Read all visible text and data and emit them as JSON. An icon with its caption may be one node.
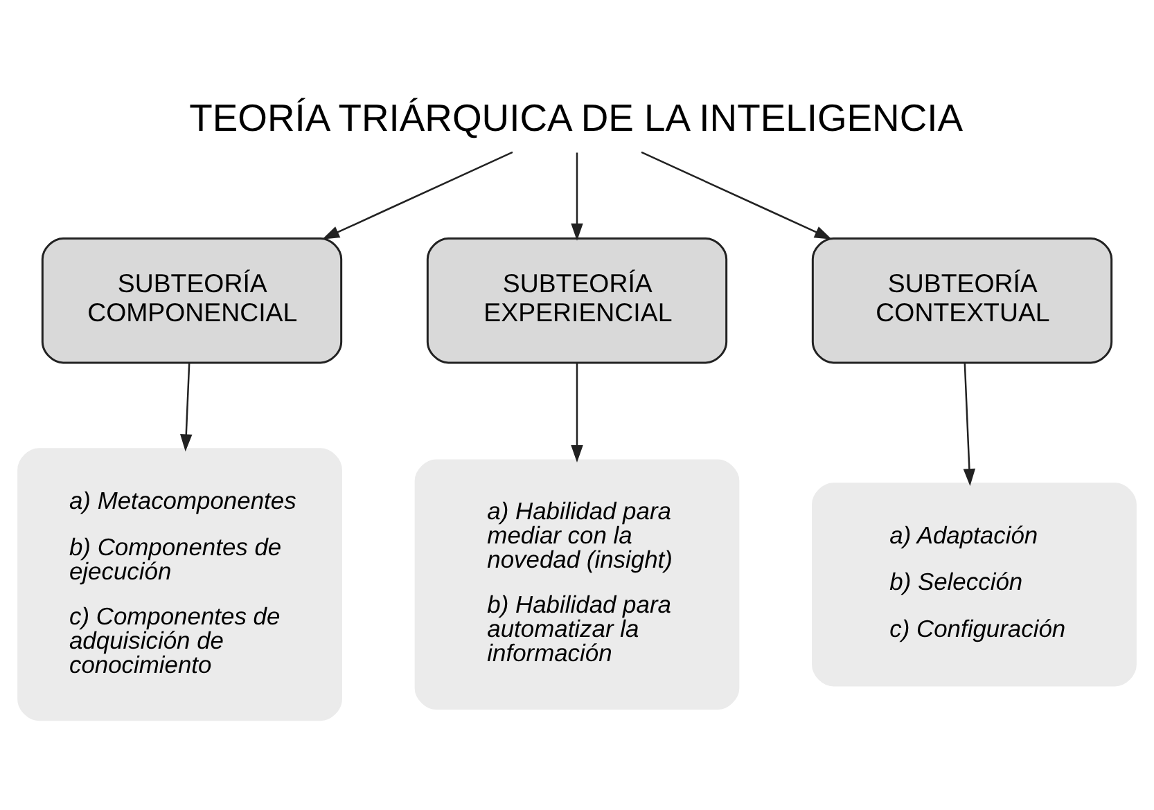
{
  "diagram": {
    "nodes": [
      {
        "text": [
          "TEORÍA TRIÁRQUICA DE LA INTELIGENCIA"
        ]
      },
      {
        "text": [
          "SUBTEORÍA COMPONENCIAL"
        ]
      },
      {
        "text": [
          "SUBTEORÍA EXPERIENCIAL"
        ]
      },
      {
        "text": [
          "SUBTEORÍA CONTEXTUAL"
        ]
      },
      {
        "text": [
          "a) Metacomponentes",
          "b) Componentes de ejecución",
          "c) Componentes de adquisición de conocimiento"
        ]
      },
      {
        "text": [
          "a) Habilidad para mediar con la novedad (insight)",
          "b) Habilidad para automatizar la información"
        ]
      },
      {
        "text": [
          "a) Adaptación",
          "b) Selección",
          "c) Configuración"
        ]
      }
    ],
    "edges": [
      {
        "from": 0,
        "to": 1,
        "arrow": "to"
      },
      {
        "from": 0,
        "to": 2,
        "arrow": "to"
      },
      {
        "from": 0,
        "to": 3,
        "arrow": "to"
      },
      {
        "from": 1,
        "to": 4,
        "arrow": "to"
      },
      {
        "from": 2,
        "to": 5,
        "arrow": "to"
      },
      {
        "from": 3,
        "to": 6,
        "arrow": "to"
      }
    ]
  }
}
